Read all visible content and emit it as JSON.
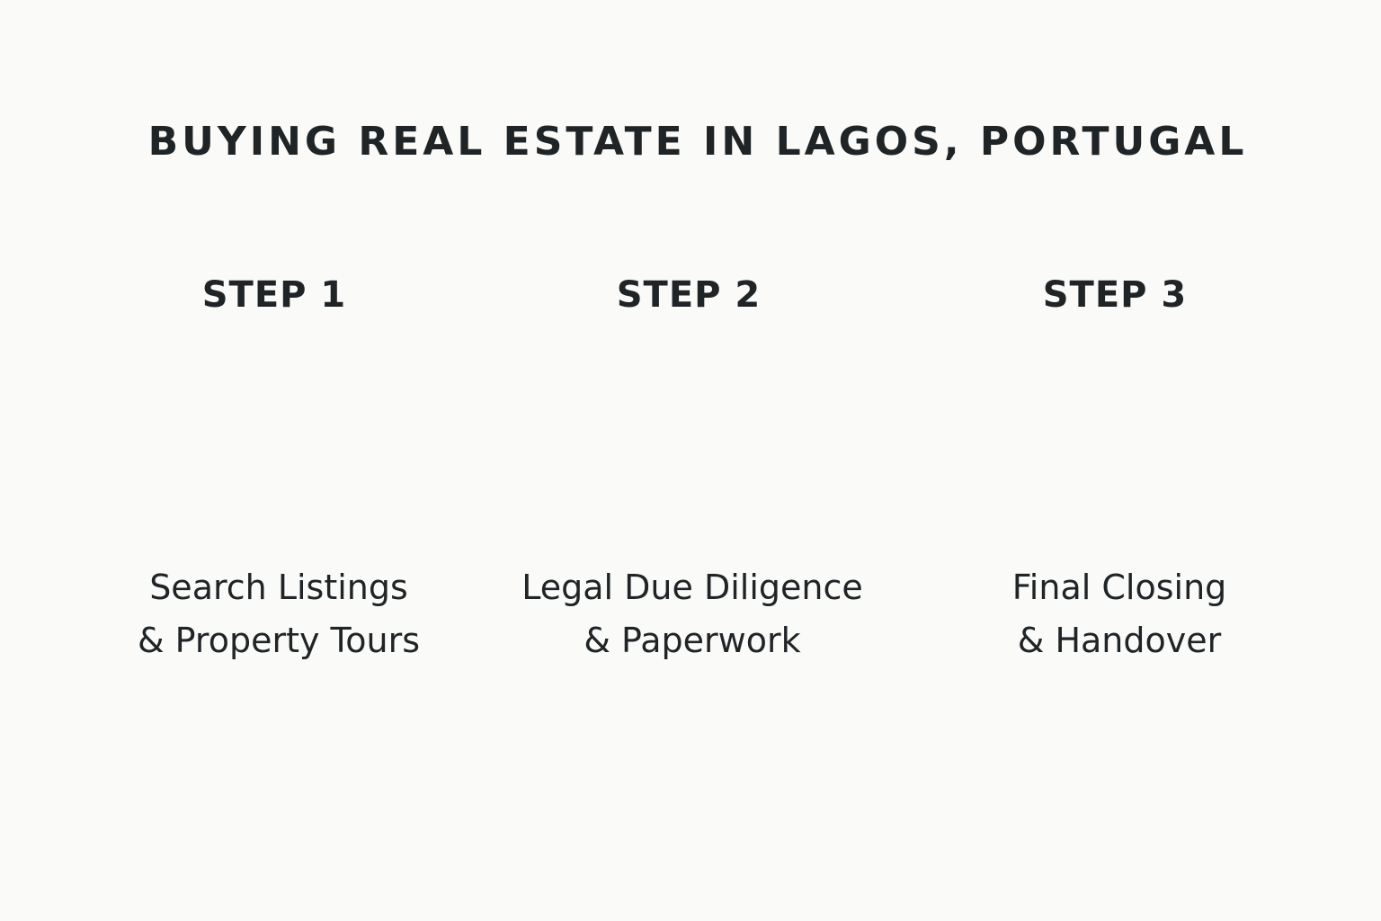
{
  "title": "BUYING REAL ESTATE IN LAGOS, PORTUGAL",
  "steps": [
    {
      "label": "STEP 1",
      "icon": "search-icon",
      "line1": "Search Listings",
      "line2": "& Property Tours"
    },
    {
      "label": "STEP 2",
      "icon": "document-icon",
      "line1": "Legal Due Diligence",
      "line2": "& Paperwork"
    },
    {
      "label": "STEP 3",
      "icon": "key-icon",
      "line1": "Final Closing",
      "line2": "& Handover"
    }
  ],
  "colors": {
    "ink": "#1f2427",
    "background": "#fafaf8"
  }
}
